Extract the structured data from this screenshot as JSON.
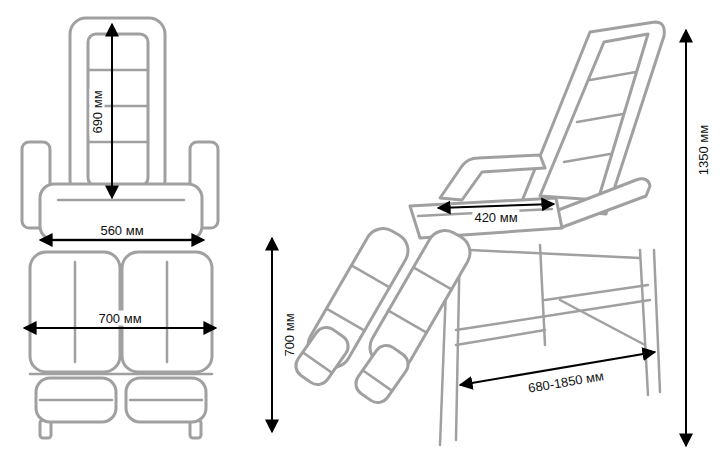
{
  "diagram": {
    "labels": [
      "690 мм",
      "560 мм",
      "700 мм",
      "700 мм",
      "420 мм",
      "680-1850 мм",
      "1350 мм"
    ]
  }
}
